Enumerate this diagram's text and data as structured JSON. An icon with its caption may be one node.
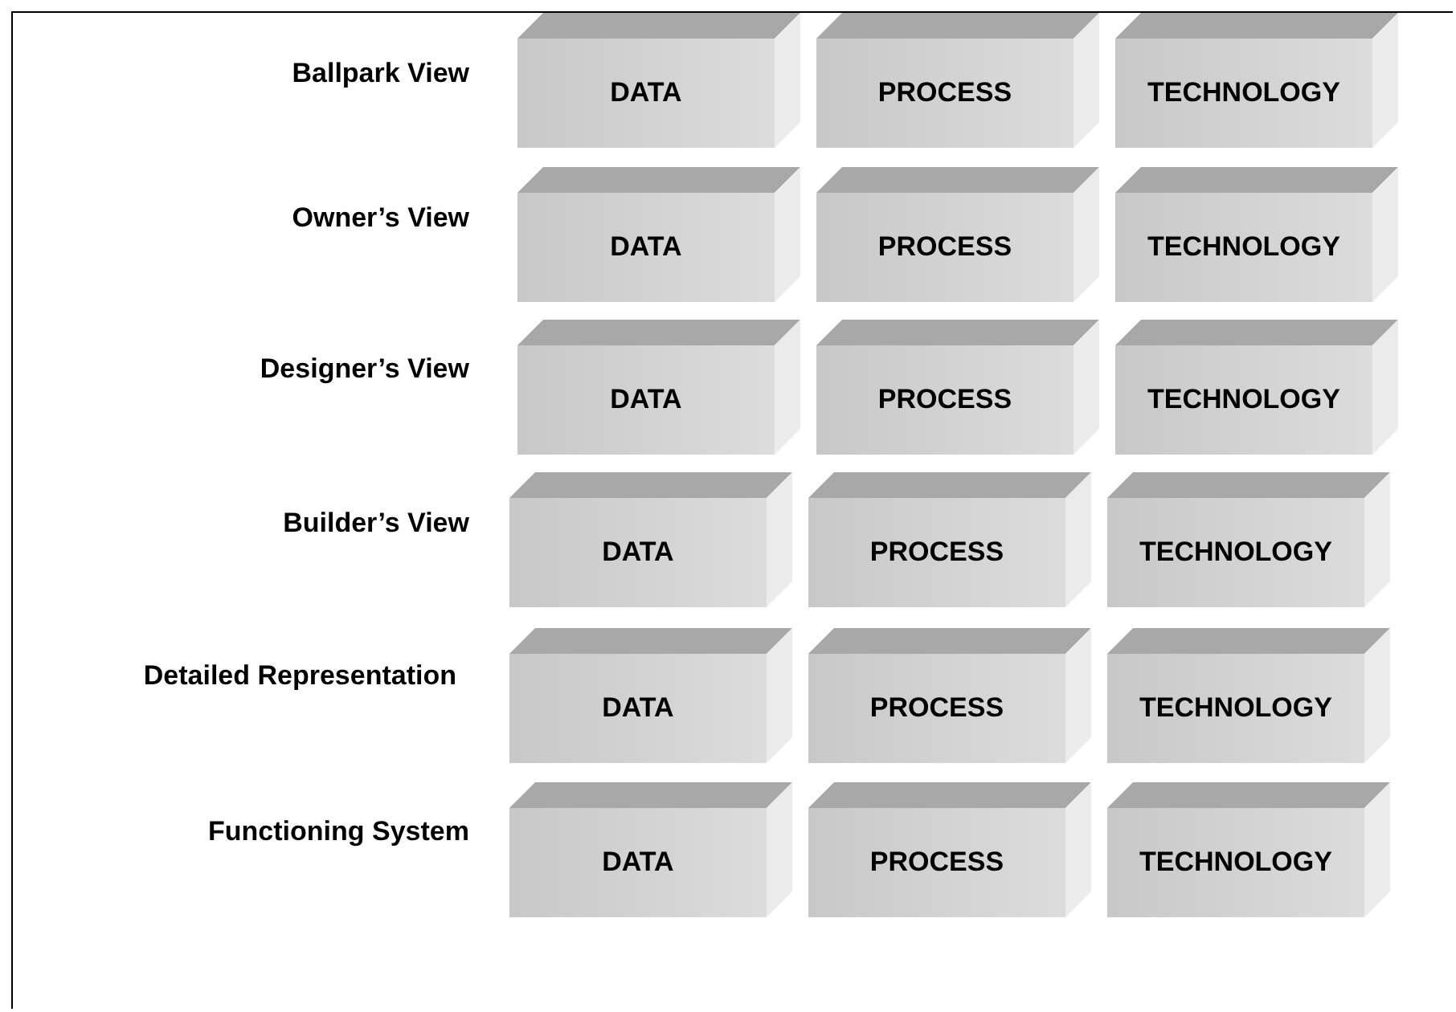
{
  "diagram": {
    "nodes": [
      {
        "text": [
          "DATA"
        ]
      },
      {
        "text": [
          "PROCESS"
        ]
      },
      {
        "text": [
          "TECHNOLOGY"
        ]
      },
      {
        "text": [
          "DATA"
        ]
      },
      {
        "text": [
          "PROCESS"
        ]
      },
      {
        "text": [
          "TECHNOLOGY"
        ]
      },
      {
        "text": [
          "DATA"
        ]
      },
      {
        "text": [
          "PROCESS"
        ]
      },
      {
        "text": [
          "TECHNOLOGY"
        ]
      },
      {
        "text": [
          "DATA"
        ]
      },
      {
        "text": [
          "PROCESS"
        ]
      },
      {
        "text": [
          "TECHNOLOGY"
        ]
      },
      {
        "text": [
          "DATA"
        ]
      },
      {
        "text": [
          "PROCESS"
        ]
      },
      {
        "text": [
          "TECHNOLOGY"
        ]
      },
      {
        "text": [
          "DATA"
        ]
      },
      {
        "text": [
          "PROCESS"
        ]
      },
      {
        "text": [
          "TECHNOLOGY"
        ]
      }
    ],
    "labels": [
      "Ballpark View",
      "Owner’s View",
      "Designer’s View",
      "Builder’s View",
      "Detailed Representation",
      "Functioning System"
    ]
  }
}
